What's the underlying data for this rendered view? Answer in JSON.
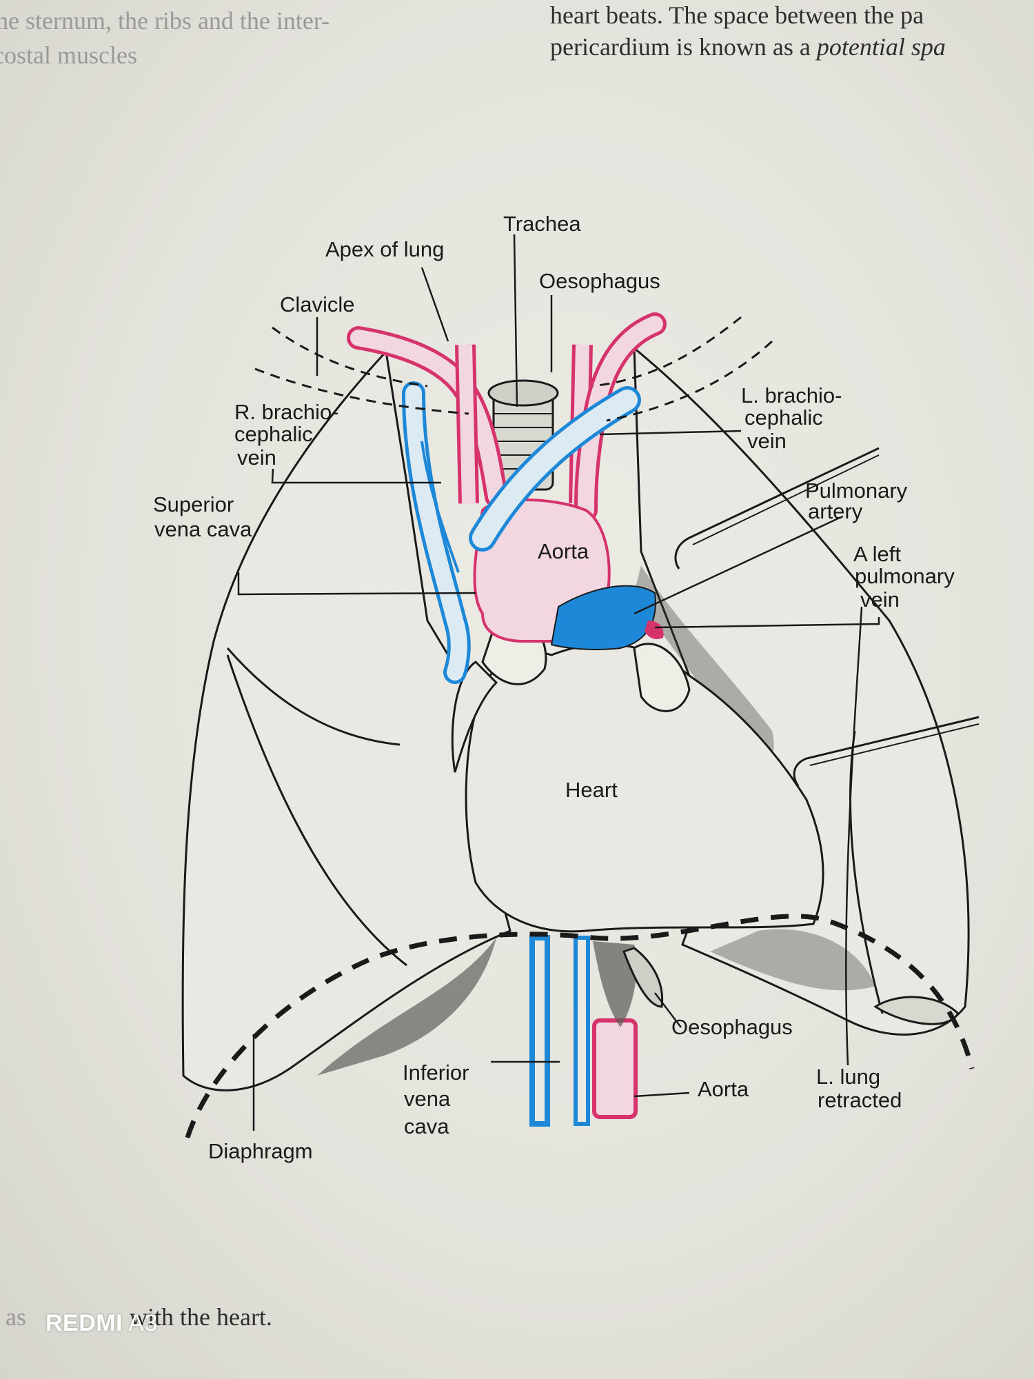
{
  "page_text": {
    "left_column": [
      "he sternum, the ribs and the inter-",
      "costal muscles"
    ],
    "right_column_line1": "heart beats. The space between the pa",
    "right_column_line2_plain": "pericardium is known as a ",
    "right_column_line2_italic": "potential spa",
    "caption": "with the heart.",
    "caption_prefix": "as"
  },
  "labels": {
    "trachea": "Trachea",
    "apex_of_lung": "Apex of lung",
    "oesophagus_top": "Oesophagus",
    "clavicle": "Clavicle",
    "r_brachio_1": "R. brachio-",
    "r_brachio_2": "cephalic",
    "r_brachio_3": "vein",
    "l_brachio_1": "L. brachio-",
    "l_brachio_2": "cephalic",
    "l_brachio_3": "vein",
    "pulm_artery_1": "Pulmonary",
    "pulm_artery_2": "artery",
    "svc_1": "Superior",
    "svc_2": "vena cava",
    "aorta_top": "Aorta",
    "left_pv_1": "A left",
    "left_pv_2": "pulmonary",
    "left_pv_3": "vein",
    "heart": "Heart",
    "oesophagus_bottom": "Oesophagus",
    "ivc_1": "Inferior",
    "ivc_2": "vena",
    "ivc_3": "cava",
    "aorta_bottom": "Aorta",
    "l_lung_1": "L. lung",
    "l_lung_2": "retracted",
    "diaphragm": "Diaphragm"
  },
  "watermark": {
    "brand": "REDMI",
    "model": "A3"
  },
  "colors": {
    "artery": "#d6336c",
    "vein": "#1e88d8",
    "vessel_light": "#f2d7e0",
    "vein_light": "#dceaf4",
    "outline": "#1a1a1a"
  }
}
